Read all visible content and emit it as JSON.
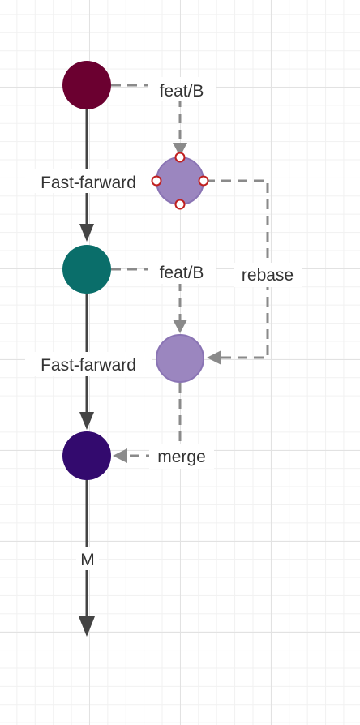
{
  "labels": {
    "feat_top": "feat/B",
    "feat_mid": "feat/B",
    "fast_forward_top": "Fast-farward",
    "fast_forward_bottom": "Fast-farward",
    "rebase": "rebase",
    "merge": "merge",
    "master": "M"
  },
  "colors": {
    "commit_1": "#6b0030",
    "commit_2": "#0a6e6a",
    "commit_3": "#330a6e",
    "feature_commit": "#9b86bf",
    "feature_commit_border": "#8a74b4",
    "handle_border": "#c02020",
    "main_line": "#444444",
    "dashed_line": "#8a8a8a"
  }
}
